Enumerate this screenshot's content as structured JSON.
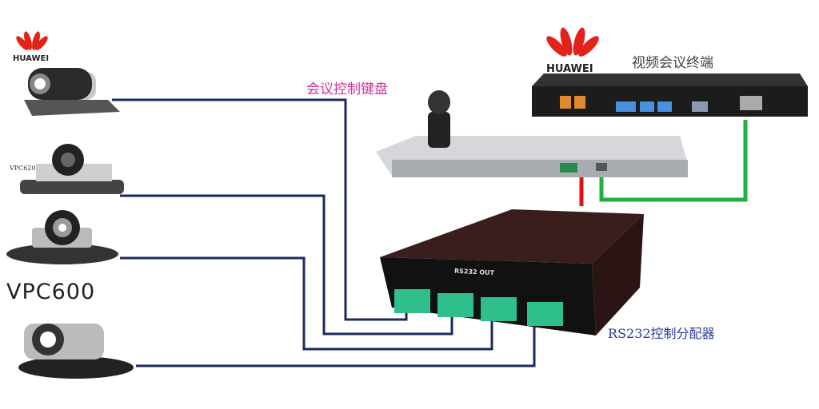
{
  "brand": "HUAWEI",
  "labels": {
    "keyboard": "会议控制键盘",
    "terminal": "视频会议终端",
    "vpc620": "VPC620",
    "vpc600": "VPC600",
    "distributor": "RS232控制分配器",
    "rs232_out": "RS232 OUT"
  },
  "colors": {
    "wire_rs232": "#1b2a5e",
    "wire_red": "#e01010",
    "wire_green": "#20b040",
    "keyboard_label": "#d0309a",
    "distributor_label": "#2a3a9a",
    "terminal_green": "#2fbf8a"
  }
}
